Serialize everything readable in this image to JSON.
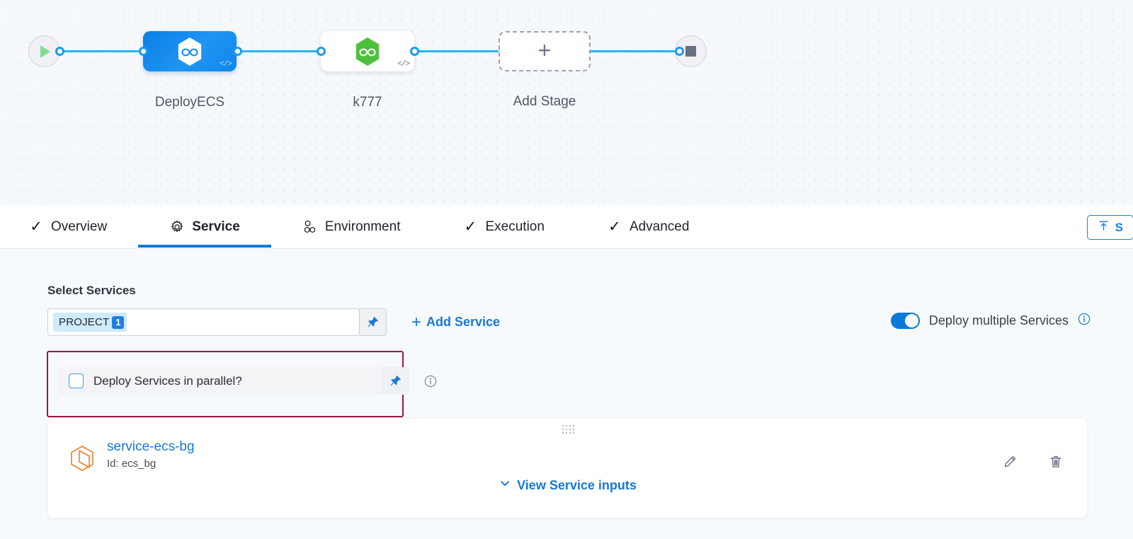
{
  "pipeline": {
    "start_node": "start-node",
    "end_node": "end-node",
    "stages": [
      {
        "label": "DeployECS",
        "icon": "hexagon-infinity-icon",
        "badge": "</>",
        "selected": true
      },
      {
        "label": "k777",
        "icon": "hexagon-infinity-icon",
        "badge": "</>",
        "selected": false
      }
    ],
    "add_stage": {
      "label": "Add Stage",
      "glyph": "+"
    }
  },
  "tabs": [
    {
      "label": "Overview",
      "icon": "check-icon",
      "active": false
    },
    {
      "label": "Service",
      "icon": "gear-icon",
      "active": true
    },
    {
      "label": "Environment",
      "icon": "cluster-icon",
      "active": false
    },
    {
      "label": "Execution",
      "icon": "check-icon",
      "active": false
    },
    {
      "label": "Advanced",
      "icon": "check-icon",
      "active": false
    }
  ],
  "export_button": {
    "label": "S",
    "icon": "upload-icon"
  },
  "service_section": {
    "title": "Select Services",
    "chip": {
      "label": "PROJECT",
      "count": "1"
    },
    "add_service_label": "Add Service",
    "add_service_plus": "+",
    "pin_icon": "pushpin-icon",
    "toggle": {
      "label": "Deploy multiple Services",
      "on": true,
      "info_icon": "info-icon"
    },
    "parallel": {
      "label": "Deploy Services in parallel?",
      "checked": false,
      "pin_icon": "pushpin-icon",
      "info_icon": "info-icon",
      "highlight_color": "#9c1449"
    },
    "service_card": {
      "name": "service-ecs-bg",
      "id_text": "Id: ecs_bg",
      "icon": "hexagon-service-icon",
      "view_inputs_label": "View Service inputs",
      "edit_icon": "pencil-icon",
      "delete_icon": "trash-icon",
      "drag_handle": "drag-handle-icon"
    }
  },
  "colors": {
    "accent_blue": "#1878d4",
    "edge_blue": "#22b8f5",
    "stage_blue": "#1089ef",
    "stage_green": "#4ec13c",
    "service_orange": "#f07d21",
    "highlight": "#9c1449"
  }
}
